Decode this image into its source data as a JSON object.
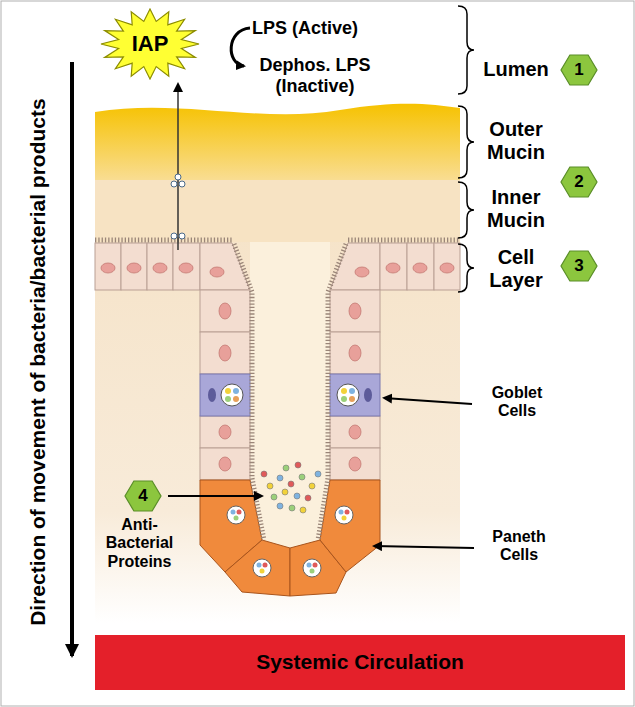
{
  "diagram": {
    "nodes": [
      {
        "text": [
          "IAP"
        ]
      },
      {
        "text": [
          "1"
        ]
      },
      {
        "text": [
          "2"
        ]
      },
      {
        "text": [
          "3"
        ]
      },
      {
        "text": [
          "4"
        ]
      },
      {
        "text": [
          "Systemic Circulation"
        ]
      }
    ],
    "labels": [
      "LPS (Active)",
      "Dephos. LPS (Inactive)",
      "Lumen",
      "Outer Mucin",
      "Inner Mucin",
      "Cell Layer",
      "Goblet Cells",
      "Paneth Cells",
      "Anti- Bacterial Proteins",
      "Direction of movement of bacteria/bacterial products"
    ]
  }
}
